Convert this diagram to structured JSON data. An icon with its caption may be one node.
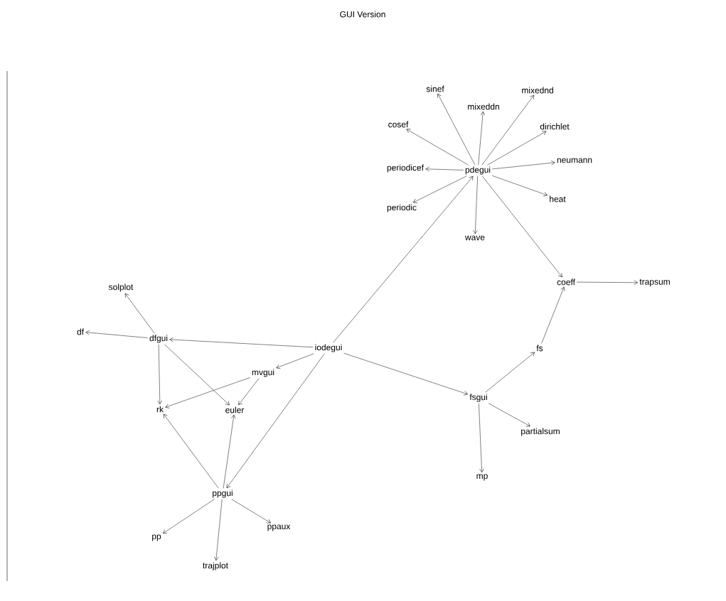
{
  "diagram": {
    "title": "GUI Version",
    "nodes": [
      {
        "text": [
          "iodegui"
        ]
      },
      {
        "text": [
          "pdegui"
        ]
      },
      {
        "text": [
          "sinef"
        ]
      },
      {
        "text": [
          "mixeddn"
        ]
      },
      {
        "text": [
          "mixednd"
        ]
      },
      {
        "text": [
          "cosef"
        ]
      },
      {
        "text": [
          "dirichlet"
        ]
      },
      {
        "text": [
          "periodicef"
        ]
      },
      {
        "text": [
          "neumann"
        ]
      },
      {
        "text": [
          "periodic"
        ]
      },
      {
        "text": [
          "heat"
        ]
      },
      {
        "text": [
          "wave"
        ]
      },
      {
        "text": [
          "coeff"
        ]
      },
      {
        "text": [
          "trapsum"
        ]
      },
      {
        "text": [
          "solplot"
        ]
      },
      {
        "text": [
          "df"
        ]
      },
      {
        "text": [
          "dfgui"
        ]
      },
      {
        "text": [
          "mvgui"
        ]
      },
      {
        "text": [
          "rk"
        ]
      },
      {
        "text": [
          "euler"
        ]
      },
      {
        "text": [
          "fs"
        ]
      },
      {
        "text": [
          "fsgui"
        ]
      },
      {
        "text": [
          "partialsum"
        ]
      },
      {
        "text": [
          "mp"
        ]
      },
      {
        "text": [
          "ppgui"
        ]
      },
      {
        "text": [
          "pp"
        ]
      },
      {
        "text": [
          "trajplot"
        ]
      },
      {
        "text": [
          "ppaux"
        ]
      }
    ],
    "edges": [
      {
        "from": 0,
        "to": 1,
        "arrow": "to"
      },
      {
        "from": 0,
        "to": 16,
        "arrow": "to"
      },
      {
        "from": 0,
        "to": 17,
        "arrow": "to"
      },
      {
        "from": 0,
        "to": 24,
        "arrow": "to"
      },
      {
        "from": 0,
        "to": 21,
        "arrow": "to"
      },
      {
        "from": 1,
        "to": 2,
        "arrow": "to"
      },
      {
        "from": 1,
        "to": 3,
        "arrow": "to"
      },
      {
        "from": 1,
        "to": 4,
        "arrow": "to"
      },
      {
        "from": 1,
        "to": 5,
        "arrow": "to"
      },
      {
        "from": 1,
        "to": 6,
        "arrow": "to"
      },
      {
        "from": 1,
        "to": 7,
        "arrow": "to"
      },
      {
        "from": 1,
        "to": 8,
        "arrow": "to"
      },
      {
        "from": 1,
        "to": 9,
        "arrow": "to"
      },
      {
        "from": 1,
        "to": 10,
        "arrow": "to"
      },
      {
        "from": 1,
        "to": 11,
        "arrow": "to"
      },
      {
        "from": 1,
        "to": 12,
        "arrow": "to"
      },
      {
        "from": 12,
        "to": 13,
        "arrow": "to"
      },
      {
        "from": 16,
        "to": 14,
        "arrow": "to"
      },
      {
        "from": 16,
        "to": 15,
        "arrow": "to"
      },
      {
        "from": 16,
        "to": 18,
        "arrow": "to"
      },
      {
        "from": 16,
        "to": 19,
        "arrow": "to"
      },
      {
        "from": 17,
        "to": 18,
        "arrow": "to"
      },
      {
        "from": 17,
        "to": 19,
        "arrow": "to"
      },
      {
        "from": 21,
        "to": 20,
        "arrow": "to"
      },
      {
        "from": 21,
        "to": 22,
        "arrow": "to"
      },
      {
        "from": 21,
        "to": 23,
        "arrow": "to"
      },
      {
        "from": 20,
        "to": 12,
        "arrow": "to"
      },
      {
        "from": 24,
        "to": 18,
        "arrow": "to"
      },
      {
        "from": 24,
        "to": 19,
        "arrow": "to"
      },
      {
        "from": 24,
        "to": 25,
        "arrow": "to"
      },
      {
        "from": 24,
        "to": 26,
        "arrow": "to"
      },
      {
        "from": 24,
        "to": 27,
        "arrow": "to"
      }
    ]
  }
}
